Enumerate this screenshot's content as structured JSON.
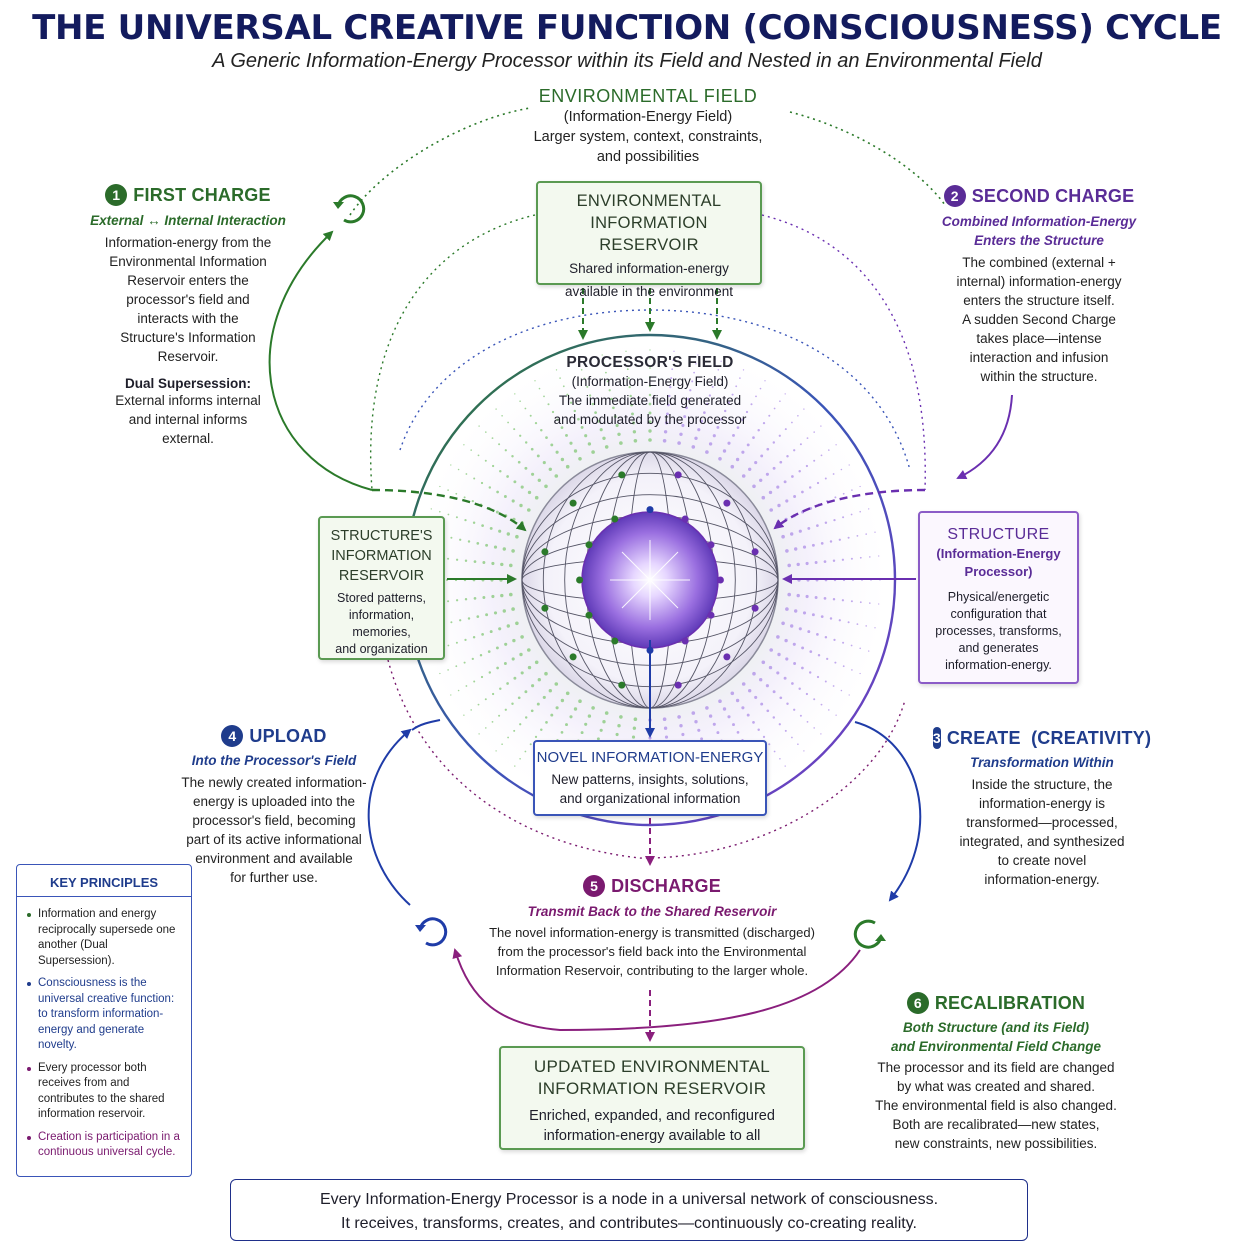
{
  "title": "THE UNIVERSAL CREATIVE FUNCTION (CONSCIOUSNESS) CYCLE",
  "subtitle": "A Generic Information-Energy Processor within its Field and Nested in an Environmental Field",
  "environmental_field": {
    "heading": "ENVIRONMENTAL FIELD",
    "lines": [
      "(Information-Energy Field)",
      "Larger system, context, constraints,",
      "and possibilities"
    ]
  },
  "environmental_reservoir": {
    "heading_lines": [
      "ENVIRONMENTAL",
      "INFORMATION RESERVOIR"
    ],
    "lines": [
      "Shared information-energy",
      "available in the environment"
    ]
  },
  "processors_field": {
    "heading": "PROCESSOR'S FIELD",
    "lines": [
      "(Information-Energy Field)",
      "The immediate field generated",
      "and modulated by the processor"
    ]
  },
  "structures_reservoir": {
    "heading_lines": [
      "STRUCTURE'S",
      "INFORMATION",
      "RESERVOIR"
    ],
    "lines": [
      "Stored patterns,",
      "information,",
      "memories,",
      "and organization"
    ]
  },
  "structure": {
    "heading": "STRUCTURE",
    "sub_lines": [
      "(Information-Energy",
      "Processor)"
    ],
    "lines": [
      "Physical/energetic",
      "configuration that",
      "processes, transforms,",
      "and generates",
      "information-energy."
    ]
  },
  "novel": {
    "heading": "NOVEL INFORMATION-ENERGY",
    "lines": [
      "New patterns, insights, solutions,",
      "and organizational information"
    ]
  },
  "updated_reservoir": {
    "heading_lines": [
      "UPDATED ENVIRONMENTAL",
      "INFORMATION RESERVOIR"
    ],
    "lines": [
      "Enriched, expanded, and reconfigured",
      "information-energy available to all"
    ]
  },
  "steps": {
    "first": {
      "number": "1",
      "heading": "FIRST CHARGE",
      "subtitle": "External ↔ Internal Interaction",
      "lines": [
        "Information-energy from the",
        "Environmental Information",
        "Reservoir enters the",
        "processor's field and",
        "interacts with the",
        "Structure's Information",
        "Reservoir."
      ],
      "dual_heading": "Dual Supersession:",
      "dual_lines": [
        "External informs internal",
        "and internal informs",
        "external."
      ]
    },
    "second": {
      "number": "2",
      "heading": "SECOND CHARGE",
      "subtitle_lines": [
        "Combined Information-Energy",
        "Enters the Structure"
      ],
      "lines": [
        "The combined (external +",
        "internal) information-energy",
        "enters the structure itself.",
        "A sudden Second Charge",
        "takes place—intense",
        "interaction and infusion",
        "within the structure."
      ]
    },
    "create": {
      "number": "3",
      "heading": "CREATE  (CREATIVITY)",
      "subtitle": "Transformation Within",
      "lines": [
        "Inside the structure, the",
        "information-energy is",
        "transformed—processed,",
        "integrated, and synthesized",
        "to create novel",
        "information-energy."
      ]
    },
    "upload": {
      "number": "4",
      "heading": "UPLOAD",
      "subtitle": "Into the Processor's Field",
      "lines": [
        "The newly created information-",
        "energy is uploaded into the",
        "processor's field, becoming",
        "part of its active informational",
        "environment and available",
        "for further use."
      ]
    },
    "discharge": {
      "number": "5",
      "heading": "DISCHARGE",
      "subtitle": "Transmit Back to the Shared Reservoir",
      "lines": [
        "The novel information-energy is transmitted (discharged)",
        "from the processor's field back into the Environmental",
        "Information Reservoir, contributing to the larger whole."
      ]
    },
    "recalibration": {
      "number": "6",
      "heading": "RECALIBRATION",
      "subtitle_lines": [
        "Both Structure (and its Field)",
        "and Environmental Field Change"
      ],
      "lines": [
        "The processor and its field are changed",
        "by what was created and shared.",
        "The environmental field is also changed.",
        "Both are recalibrated—new states,",
        "new constraints, new possibilities."
      ]
    }
  },
  "key_principles": {
    "title": "KEY PRINCIPLES",
    "items": [
      "Information and energy reciprocally supersede one another (Dual Supersession).",
      "Consciousness is the universal creative function: to transform information-energy and generate novelty.",
      "Every processor both receives from and contributes to the shared information reservoir.",
      "Creation is participation in a continuous universal cycle."
    ]
  },
  "footer": {
    "lines": [
      "Every Information-Energy Processor is a node in a universal network of consciousness.",
      "It receives, transforms, creates, and contributes—continuously co-creating reality."
    ]
  },
  "colors": {
    "navy": "#131b5e",
    "green": "#2b6b2a",
    "purple": "#5a2c97",
    "blue": "#1f3c8c",
    "magenta": "#7a1a6f"
  },
  "icons": [
    "cycle-arrow-icon",
    "orb-icon",
    "sphere-network-icon"
  ]
}
